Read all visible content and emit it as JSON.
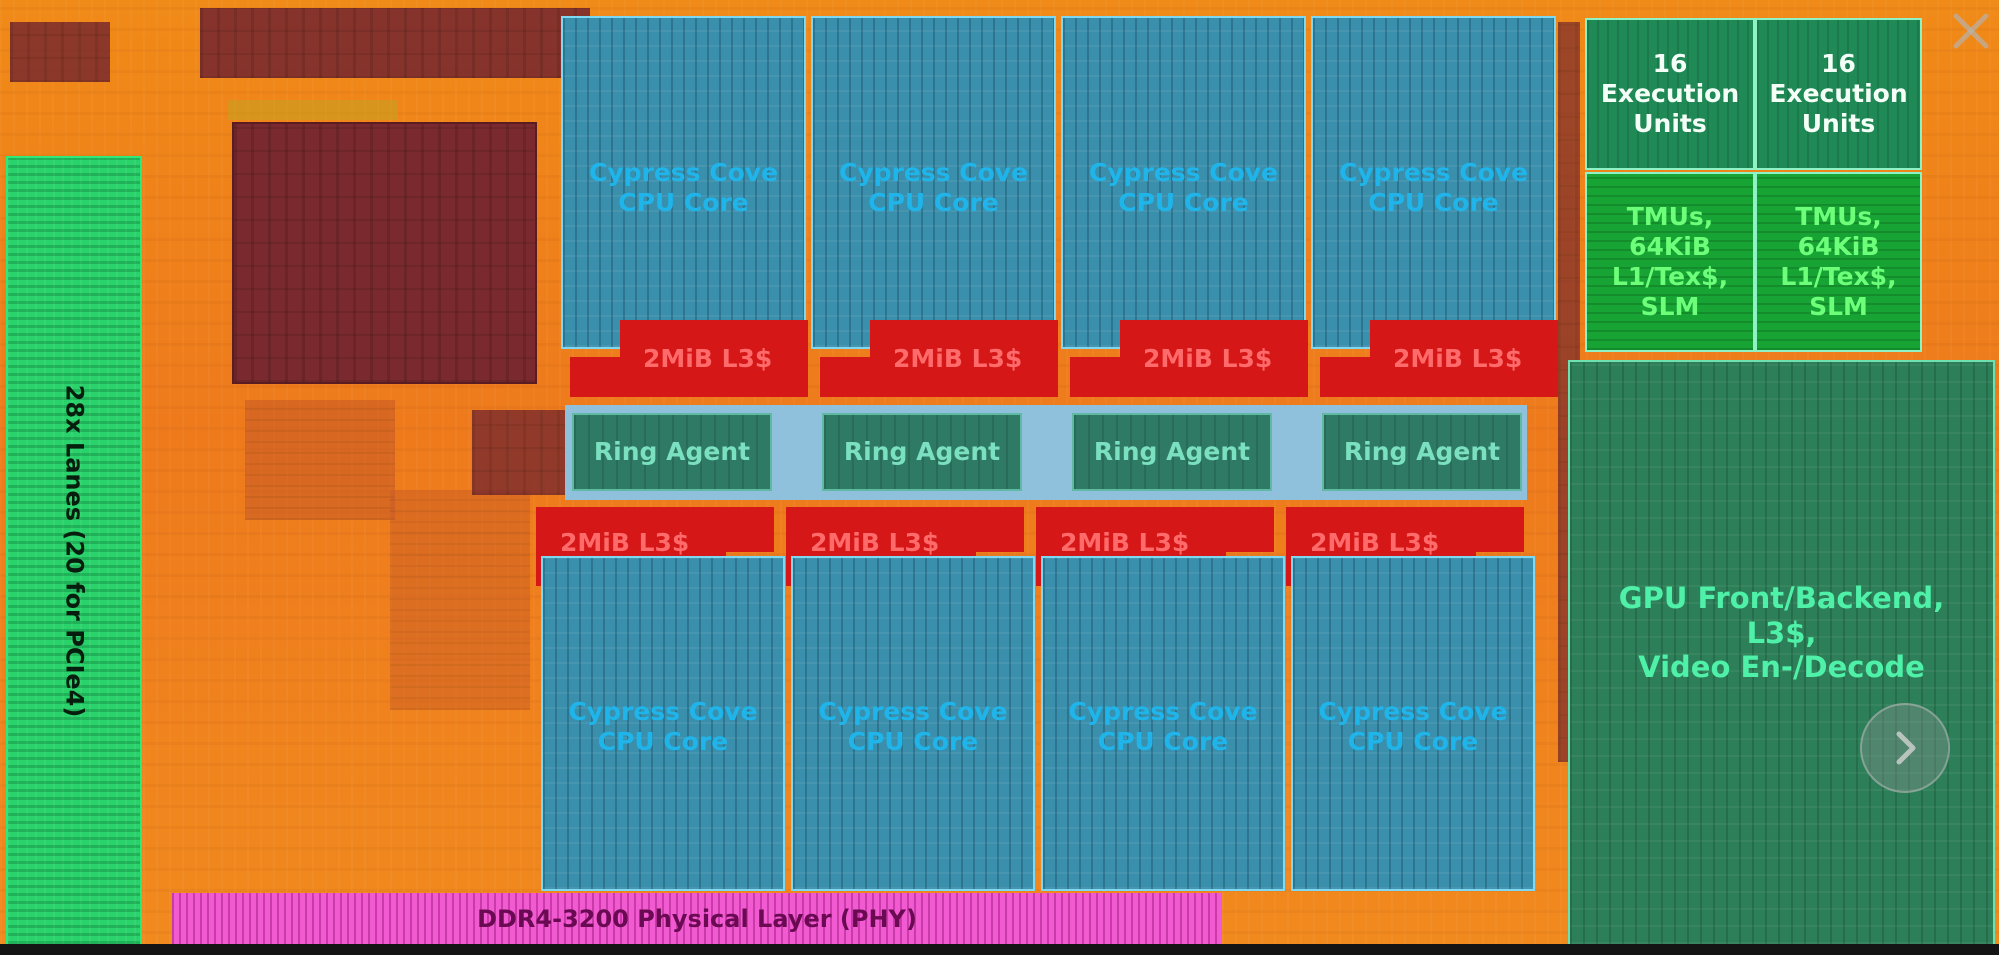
{
  "io": {
    "label": "28x Lanes (20 for PCIe4)"
  },
  "cpu_cores": [
    "Cypress Cove\nCPU Core",
    "Cypress Cove\nCPU Core",
    "Cypress Cove\nCPU Core",
    "Cypress Cove\nCPU Core",
    "Cypress Cove\nCPU Core",
    "Cypress Cove\nCPU Core",
    "Cypress Cove\nCPU Core",
    "Cypress Cove\nCPU Core"
  ],
  "l3_slices": [
    "2MiB L3$",
    "2MiB L3$",
    "2MiB L3$",
    "2MiB L3$",
    "2MiB L3$",
    "2MiB L3$",
    "2MiB L3$",
    "2MiB L3$"
  ],
  "ring_agents": [
    "Ring Agent",
    "Ring Agent",
    "Ring Agent",
    "Ring Agent"
  ],
  "gpu": {
    "execution_units": [
      "16\nExecution\nUnits",
      "16\nExecution\nUnits"
    ],
    "tmus": [
      "TMUs,\n64KiB\nL1/Tex$,\nSLM",
      "TMUs,\n64KiB\nL1/Tex$,\nSLM"
    ],
    "front_backend": "GPU Front/Backend,\nL3$,\nVideo En-/Decode"
  },
  "phy": {
    "label": "DDR4-3200 Physical Layer (PHY)"
  },
  "colors": {
    "die_orange": "#f08a18",
    "cpu_blue": "#3a8fac",
    "cpu_text": "#1fb5ea",
    "l3_red": "#d51717",
    "ring_green": "#2f7a64",
    "gpu_green": "#1f8a55",
    "io_green": "#2ad26b",
    "phy_pink": "#f25ad2"
  },
  "icons": {
    "next": "chevron-right-icon",
    "close": "close-icon"
  }
}
